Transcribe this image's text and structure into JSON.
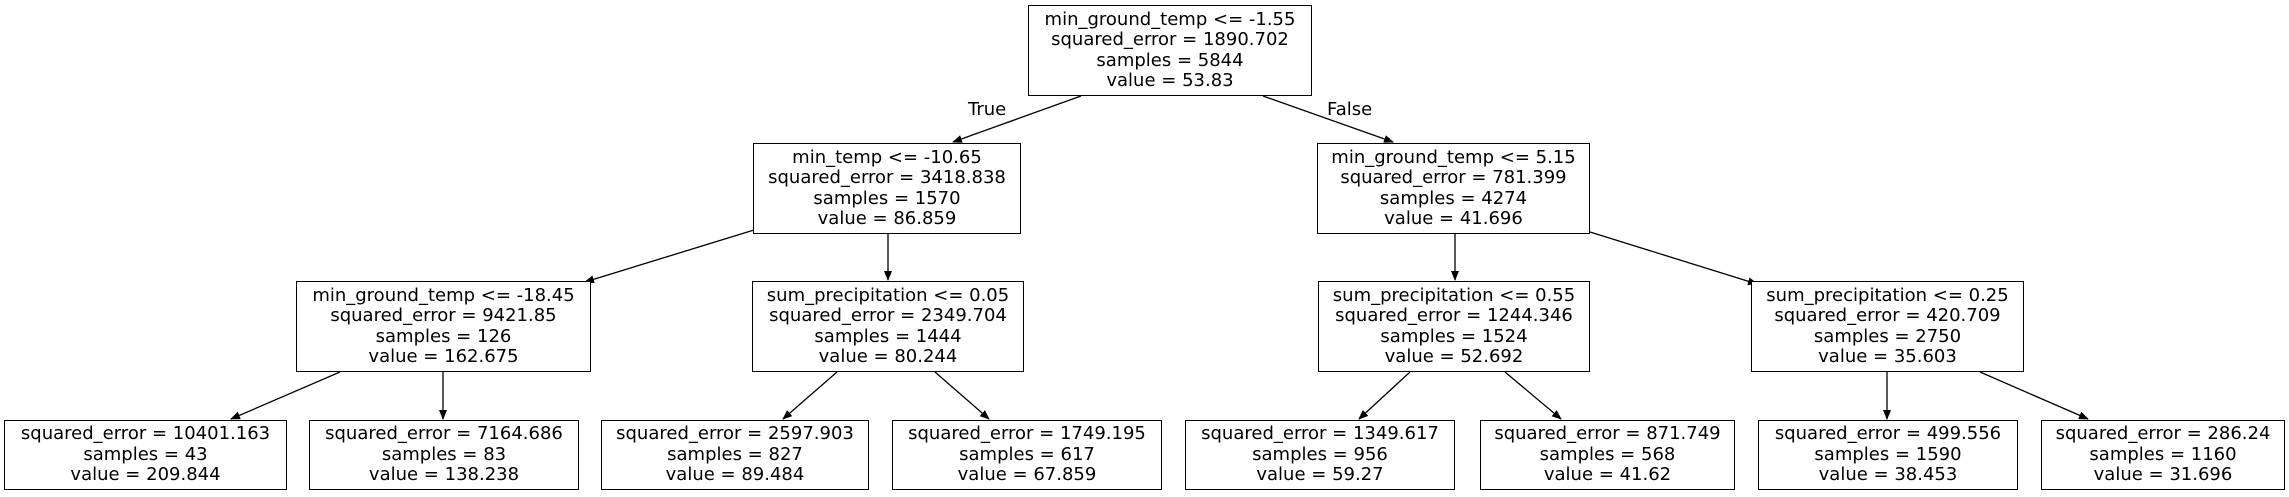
{
  "tree": {
    "edge_labels": {
      "true_label": "True",
      "false_label": "False"
    },
    "nodes": [
      {
        "id": "n0",
        "lines": [
          "min_ground_temp <= -1.55",
          "squared_error = 1890.702",
          "samples = 5844",
          "value = 53.83"
        ]
      },
      {
        "id": "n1",
        "lines": [
          "min_temp <= -10.65",
          "squared_error = 3418.838",
          "samples = 1570",
          "value = 86.859"
        ]
      },
      {
        "id": "n2",
        "lines": [
          "min_ground_temp <= 5.15",
          "squared_error = 781.399",
          "samples = 4274",
          "value = 41.696"
        ]
      },
      {
        "id": "n3",
        "lines": [
          "min_ground_temp <= -18.45",
          "squared_error = 9421.85",
          "samples = 126",
          "value = 162.675"
        ]
      },
      {
        "id": "n4",
        "lines": [
          "sum_precipitation <= 0.05",
          "squared_error = 2349.704",
          "samples = 1444",
          "value = 80.244"
        ]
      },
      {
        "id": "n5",
        "lines": [
          "sum_precipitation <= 0.55",
          "squared_error = 1244.346",
          "samples = 1524",
          "value = 52.692"
        ]
      },
      {
        "id": "n6",
        "lines": [
          "sum_precipitation <= 0.25",
          "squared_error = 420.709",
          "samples = 2750",
          "value = 35.603"
        ]
      },
      {
        "id": "n7",
        "lines": [
          "squared_error = 10401.163",
          "samples = 43",
          "value = 209.844"
        ]
      },
      {
        "id": "n8",
        "lines": [
          "squared_error = 7164.686",
          "samples = 83",
          "value = 138.238"
        ]
      },
      {
        "id": "n9",
        "lines": [
          "squared_error = 2597.903",
          "samples = 827",
          "value = 89.484"
        ]
      },
      {
        "id": "n10",
        "lines": [
          "squared_error = 1749.195",
          "samples = 617",
          "value = 67.859"
        ]
      },
      {
        "id": "n11",
        "lines": [
          "squared_error = 1349.617",
          "samples = 956",
          "value = 59.27"
        ]
      },
      {
        "id": "n12",
        "lines": [
          "squared_error = 871.749",
          "samples = 568",
          "value = 41.62"
        ]
      },
      {
        "id": "n13",
        "lines": [
          "squared_error = 499.556",
          "samples = 1590",
          "value = 38.453"
        ]
      },
      {
        "id": "n14",
        "lines": [
          "squared_error = 286.24",
          "samples = 1160",
          "value = 31.696"
        ]
      }
    ],
    "edges": [
      {
        "from": "n0",
        "to": "n1"
      },
      {
        "from": "n0",
        "to": "n2"
      },
      {
        "from": "n1",
        "to": "n3"
      },
      {
        "from": "n1",
        "to": "n4"
      },
      {
        "from": "n2",
        "to": "n5"
      },
      {
        "from": "n2",
        "to": "n6"
      },
      {
        "from": "n3",
        "to": "n7"
      },
      {
        "from": "n3",
        "to": "n8"
      },
      {
        "from": "n4",
        "to": "n9"
      },
      {
        "from": "n4",
        "to": "n10"
      },
      {
        "from": "n5",
        "to": "n11"
      },
      {
        "from": "n5",
        "to": "n12"
      },
      {
        "from": "n6",
        "to": "n13"
      },
      {
        "from": "n6",
        "to": "n14"
      }
    ],
    "colors": {
      "stroke": "#000000",
      "fill": "#ffffff"
    }
  }
}
